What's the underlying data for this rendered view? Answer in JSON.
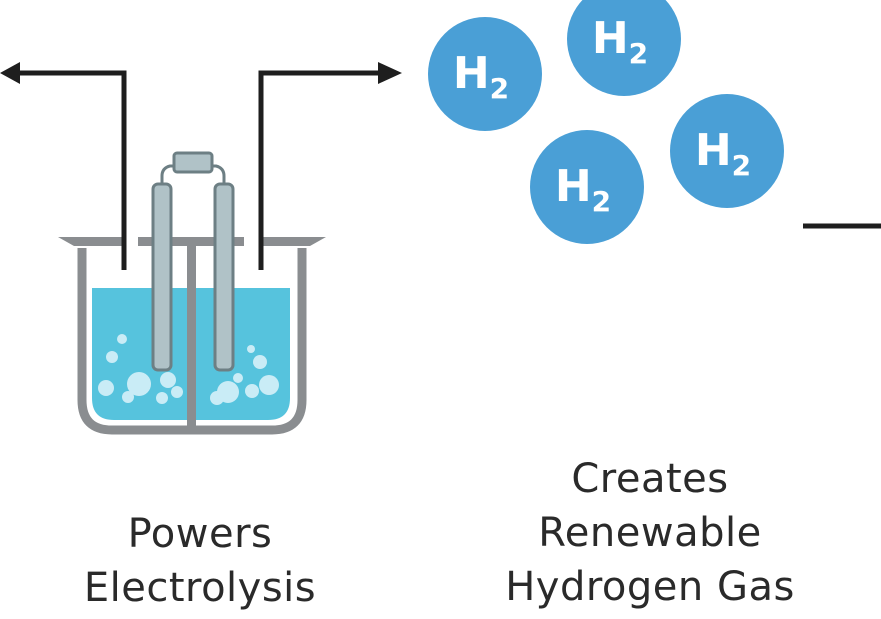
{
  "molecule": {
    "symbol": "H",
    "subscript": "2"
  },
  "captions": {
    "left": [
      "Powers",
      "Electrolysis"
    ],
    "right": [
      "Creates",
      "Renewable",
      "Hydrogen Gas"
    ]
  },
  "colors": {
    "molecule": "#4a9fd6",
    "molecule_text": "#ffffff",
    "water": "#56c3dd",
    "bubbles": "#c9ecf6",
    "beaker": "#8a8d90",
    "electrode": "#b0c2c7",
    "electrode_border": "#6d7f84",
    "arrow": "#1e1e1e",
    "text": "#2a2a2a"
  },
  "icons": [
    "electrolysis-beaker-icon",
    "hydrogen-molecule-icon",
    "arrow-left-icon",
    "arrow-right-icon"
  ]
}
